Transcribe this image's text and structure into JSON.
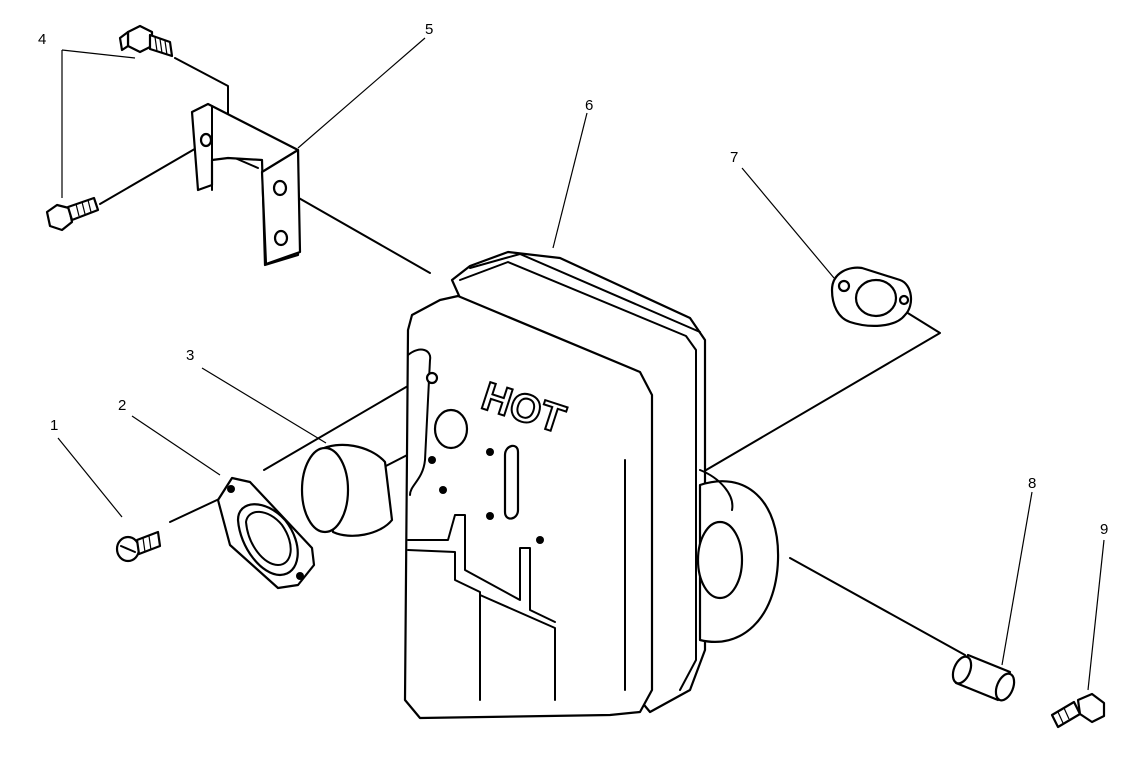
{
  "callouts": [
    {
      "id": "1",
      "text": "1"
    },
    {
      "id": "2",
      "text": "2"
    },
    {
      "id": "3",
      "text": "3"
    },
    {
      "id": "4",
      "text": "4"
    },
    {
      "id": "5",
      "text": "5"
    },
    {
      "id": "6",
      "text": "6"
    },
    {
      "id": "7",
      "text": "7"
    },
    {
      "id": "8",
      "text": "8"
    },
    {
      "id": "9",
      "text": "9"
    }
  ],
  "muffler_marking": "HOT",
  "colors": {
    "ink": "#000000",
    "paper": "#ffffff"
  }
}
